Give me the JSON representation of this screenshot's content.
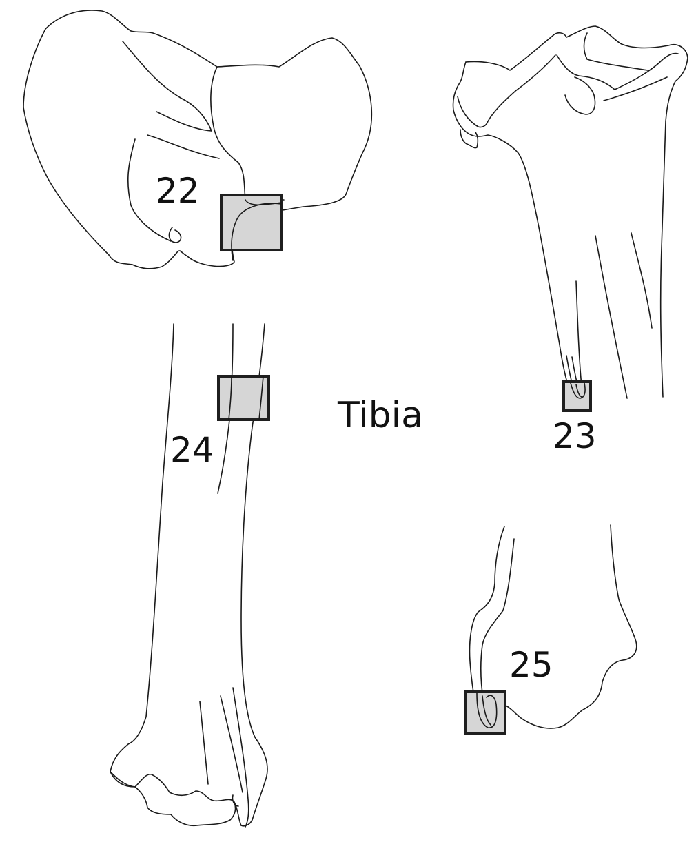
{
  "diagram": {
    "title": "Tibia",
    "line_color": "#1a1a1a",
    "marker_fill": "#d6d6d6",
    "regions": [
      {
        "id": "22",
        "label": "22"
      },
      {
        "id": "23",
        "label": "23"
      },
      {
        "id": "24",
        "label": "24"
      },
      {
        "id": "25",
        "label": "25"
      }
    ]
  }
}
